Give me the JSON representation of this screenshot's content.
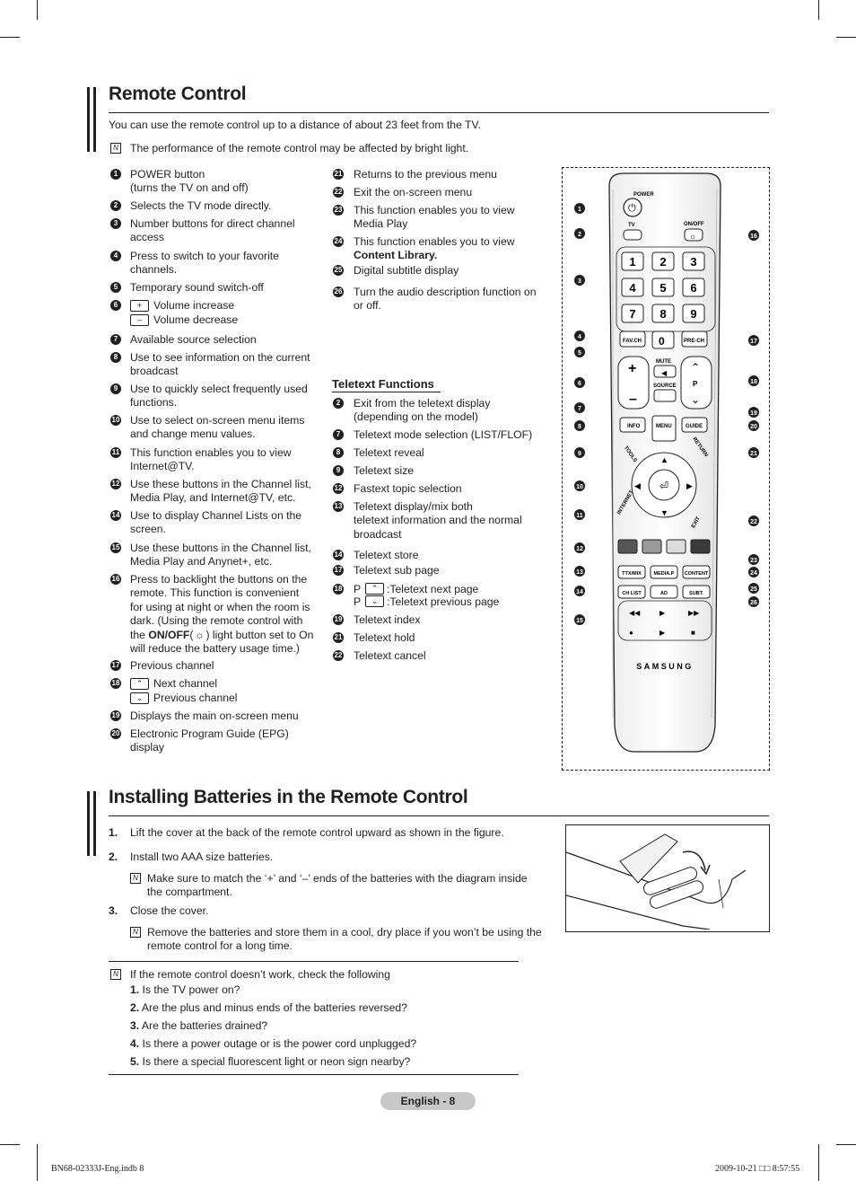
{
  "remote_section": {
    "title": "Remote Control",
    "intro": "You can use the remote control up to a distance of about 23 feet from the TV.",
    "note": "The performance of the remote control may be affected by bright light."
  },
  "left_items": [
    {
      "n": "1",
      "lines": [
        "POWER button",
        "(turns the TV on and off)"
      ]
    },
    {
      "n": "2",
      "lines": [
        "Selects the TV mode directly."
      ]
    },
    {
      "n": "3",
      "lines": [
        "Number buttons for direct channel",
        "access"
      ]
    },
    {
      "n": "4",
      "lines": [
        "Press to switch to your favorite",
        "channels."
      ]
    },
    {
      "n": "5",
      "lines": [
        "Temporary sound switch-off"
      ]
    },
    {
      "n": "6",
      "lines": [
        "Volume increase",
        "Volume decrease"
      ]
    },
    {
      "n": "7",
      "lines": [
        "Available source selection"
      ]
    },
    {
      "n": "8",
      "lines": [
        "Use to see information on the current",
        "broadcast"
      ]
    },
    {
      "n": "9",
      "lines": [
        "Use to quickly select frequently used",
        "functions."
      ]
    },
    {
      "n": "10",
      "lines": [
        "Use to select on-screen menu items",
        "and change menu values."
      ]
    },
    {
      "n": "11",
      "lines": [
        "This function enables you to view",
        "Internet@TV."
      ]
    },
    {
      "n": "12",
      "lines": [
        "Use these buttons in the Channel list,",
        "Media Play, and Internet@TV, etc."
      ]
    },
    {
      "n": "14",
      "lines": [
        "Use to display Channel Lists on the",
        "screen."
      ]
    },
    {
      "n": "15",
      "lines": [
        "Use these buttons in the Channel list,",
        "Media Play and Anynet+, etc."
      ]
    },
    {
      "n": "16",
      "lines": [
        "Press to backlight the buttons on the",
        "remote. This function is convenient",
        "for using at night or when the room is",
        "dark. (Using the remote control with"
      ]
    },
    {
      "n": "17",
      "lines": [
        "Previous channel"
      ]
    },
    {
      "n": "18",
      "lines": [
        "Next channel",
        "Previous channel"
      ]
    },
    {
      "n": "19",
      "lines": [
        "Displays the main on-screen menu"
      ]
    },
    {
      "n": "20",
      "lines": [
        "Electronic Program Guide (EPG)",
        "display"
      ]
    }
  ],
  "item16_tail": {
    "the": "the ",
    "onoff": "ON/OFF",
    "paren_open": "(",
    "after_icon": ") light button set to On",
    "last": "will reduce the battery usage time.)"
  },
  "right_items": [
    {
      "n": "21",
      "lines": [
        "Returns to the previous menu"
      ]
    },
    {
      "n": "22",
      "lines": [
        "Exit the on-screen menu"
      ]
    },
    {
      "n": "23",
      "lines": [
        "This function enables you to view",
        "Media Play"
      ]
    },
    {
      "n": "24",
      "lines": [
        "This function enables you to view",
        "Content Library."
      ]
    },
    {
      "n": "25",
      "lines": [
        "Digital subtitle display"
      ]
    },
    {
      "n": "26",
      "lines": [
        "Turn the audio description function on",
        "or off."
      ]
    }
  ],
  "teletext": {
    "heading": "Teletext Functions",
    "items": [
      {
        "n": "2",
        "lines": [
          "Exit from the teletext display",
          "(depending on the model)"
        ]
      },
      {
        "n": "7",
        "lines": [
          "Teletext mode selection (LIST/FLOF)"
        ]
      },
      {
        "n": "8",
        "lines": [
          "Teletext reveal"
        ]
      },
      {
        "n": "9",
        "lines": [
          "Teletext size"
        ]
      },
      {
        "n": "12",
        "lines": [
          "Fastext topic selection"
        ]
      },
      {
        "n": "13",
        "lines": [
          "Teletext display/mix both",
          "teletext information and the normal",
          "broadcast"
        ]
      },
      {
        "n": "14",
        "lines": [
          "Teletext store"
        ]
      },
      {
        "n": "17",
        "lines": [
          "Teletext sub page"
        ]
      },
      {
        "n": "18",
        "lines": [
          "P",
          "P"
        ],
        "desc": [
          ":Teletext next page",
          ":Teletext previous page"
        ]
      },
      {
        "n": "19",
        "lines": [
          "Teletext index"
        ]
      },
      {
        "n": "21",
        "lines": [
          "Teletext hold"
        ]
      },
      {
        "n": "22",
        "lines": [
          "Teletext cancel"
        ]
      }
    ]
  },
  "remote": {
    "power": "POWER",
    "tv": "TV",
    "onoff": "ON/OFF",
    "digits": [
      "1",
      "2",
      "3",
      "4",
      "5",
      "6",
      "7",
      "8",
      "9"
    ],
    "zero": "0",
    "favch": "FAV.CH",
    "prech": "PRE-CH",
    "mute": "MUTE",
    "source": "SOURCE",
    "p": "P",
    "info": "INFO",
    "menu": "MENU",
    "guide": "GUIDE",
    "tools": "TOOLS",
    "return": "RETURN",
    "internet": "INTERNET",
    "exit": "EXIT",
    "row1": [
      "TTX/MIX",
      "MEDIA.P",
      "CONTENT"
    ],
    "row2": [
      "CH LIST",
      "AD",
      "SUBT."
    ],
    "brand": "SAMSUNG",
    "callouts_left": [
      "1",
      "2",
      "3",
      "4",
      "5",
      "6",
      "7",
      "8",
      "9",
      "10",
      "11",
      "12",
      "13",
      "14",
      "15"
    ],
    "callouts_right": [
      "16",
      "17",
      "18",
      "19",
      "20",
      "21",
      "22",
      "23",
      "24",
      "25",
      "26"
    ],
    "color_keys": [
      "#555555",
      "#9a9a9a",
      "#dcdcdc",
      "#3a3a3a"
    ]
  },
  "battery_section": {
    "title": "Installing Batteries in the Remote Control",
    "steps": [
      {
        "n": "1.",
        "text": "Lift the cover at the back of the remote control upward as shown in the figure."
      },
      {
        "n": "2.",
        "text": "Install two AAA size batteries."
      },
      {
        "n": "3.",
        "text": "Close the cover."
      }
    ],
    "note1": [
      "Make sure to match the ‘+’ and ‘–’ ends of the batteries with the diagram inside",
      "the compartment."
    ],
    "note2": [
      "Remove the batteries and store them in a cool, dry place if you won’t be using the",
      "remote control for a long time."
    ],
    "check": {
      "intro": "If the remote control doesn’t work, check the following",
      "items": [
        {
          "n": "1.",
          "text": " Is the TV power on?"
        },
        {
          "n": "2.",
          "text": " Are the plus and minus ends of the batteries reversed?"
        },
        {
          "n": "3.",
          "text": " Are the batteries drained?"
        },
        {
          "n": "4.",
          "text": " Is there a power outage or is the power cord unplugged?"
        },
        {
          "n": "5.",
          "text": " Is there a special fluorescent light or neon sign nearby?"
        }
      ]
    }
  },
  "footer": {
    "page": "English - 8",
    "slug_left": "BN68-02333J-Eng.indb   8",
    "slug_right": "2009-10-21   □□ 8:57:55"
  }
}
